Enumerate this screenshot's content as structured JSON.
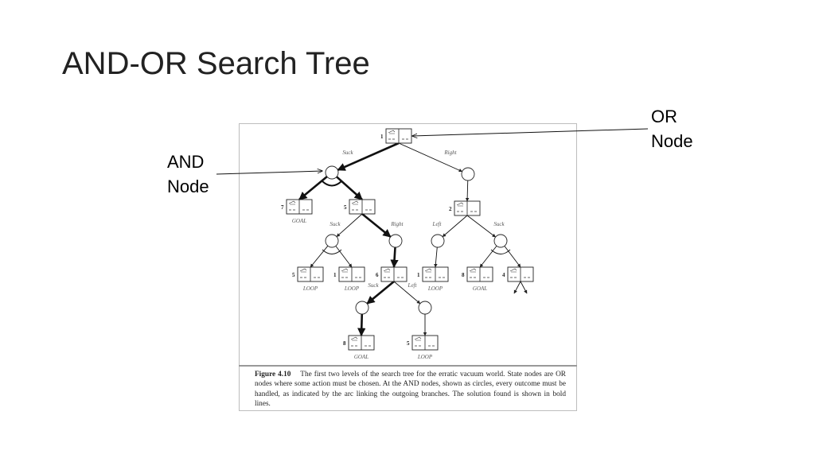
{
  "slide": {
    "title": "AND-OR Search Tree"
  },
  "callouts": {
    "or_node": {
      "line1": "OR",
      "line2": "Node"
    },
    "and_node": {
      "line1": "AND",
      "line2": "Node"
    }
  },
  "figure": {
    "caption_label": "Figure 4.10",
    "caption_text": "The first two levels of the search tree for the erratic vacuum world. State nodes are OR nodes where some action must be chosen. At the AND nodes, shown as circles, every outcome must be handled, as indicated by the arc linking the outgoing branches. The solution found is shown in bold lines.",
    "or_nodes": [
      {
        "id": "root",
        "number": "1",
        "label": ""
      },
      {
        "id": "n7",
        "number": "7",
        "label": "GOAL"
      },
      {
        "id": "n5a",
        "number": "5",
        "label": ""
      },
      {
        "id": "n2",
        "number": "2",
        "label": ""
      },
      {
        "id": "n5b",
        "number": "5",
        "label": "LOOP"
      },
      {
        "id": "n1a",
        "number": "1",
        "label": "LOOP"
      },
      {
        "id": "n6",
        "number": "6",
        "label": ""
      },
      {
        "id": "n1b",
        "number": "1",
        "label": "LOOP"
      },
      {
        "id": "n8a",
        "number": "8",
        "label": "GOAL"
      },
      {
        "id": "n4",
        "number": "4",
        "label": ""
      },
      {
        "id": "n8b",
        "number": "8",
        "label": "GOAL"
      },
      {
        "id": "n5c",
        "number": "5",
        "label": "LOOP"
      }
    ],
    "edge_labels": [
      "Suck",
      "Right",
      "Suck",
      "Right",
      "Left",
      "Suck",
      "Suck",
      "Left"
    ]
  }
}
